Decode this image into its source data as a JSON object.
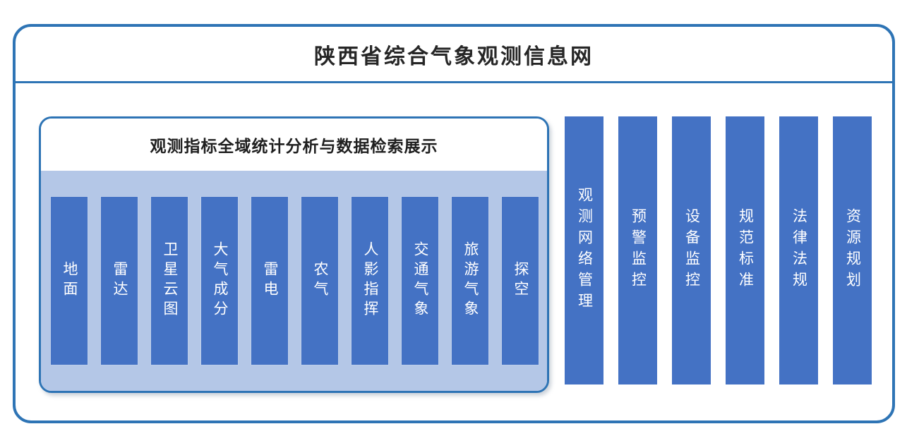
{
  "title": "陕西省综合气象观测信息网",
  "panel": {
    "title": "观测指标全域统计分析与数据检索展示",
    "items": [
      "地面",
      "雷达",
      "卫星云图",
      "大气成分",
      "雷电",
      "农气",
      "人影指挥",
      "交通气象",
      "旅游气象",
      "探空"
    ]
  },
  "right_items": [
    "观测网络管理",
    "预警监控",
    "设备监控",
    "规范标准",
    "法律法规",
    "资源规划"
  ],
  "colors": {
    "frame_border": "#2E74B5",
    "bar": "#4472C4",
    "panel_bg": "#B4C7E7"
  }
}
